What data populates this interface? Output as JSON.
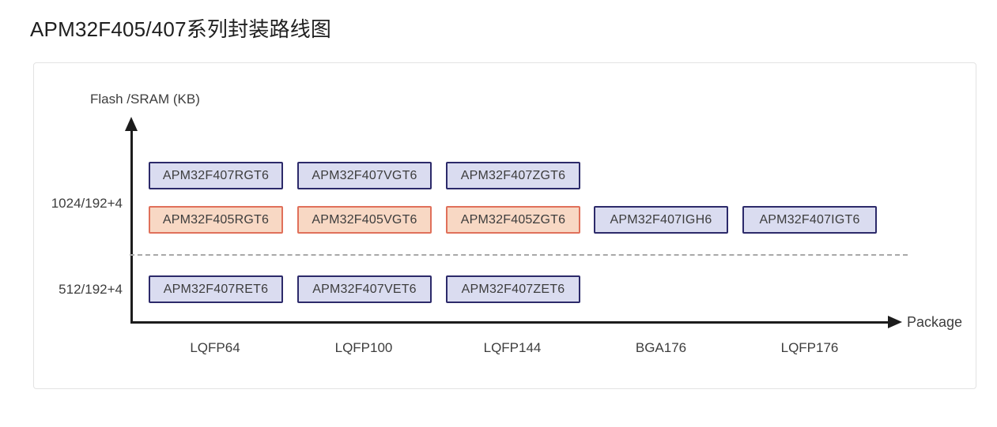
{
  "title": "APM32F405/407系列封装路线图",
  "chart": {
    "y_axis_label": "Flash /SRAM (KB)",
    "x_axis_label": "Package",
    "y_ticks": [
      "1024/192+4",
      "512/192+4"
    ],
    "x_ticks": [
      "LQFP64",
      "LQFP100",
      "LQFP144",
      "BGA176",
      "LQFP176"
    ],
    "boxes": [
      {
        "label": "APM32F407RGT6",
        "variant": "blue",
        "row": "1024/192+4 upper",
        "package": "LQFP64"
      },
      {
        "label": "APM32F407VGT6",
        "variant": "blue",
        "row": "1024/192+4 upper",
        "package": "LQFP100"
      },
      {
        "label": "APM32F407ZGT6",
        "variant": "blue",
        "row": "1024/192+4 upper",
        "package": "LQFP144"
      },
      {
        "label": "APM32F405RGT6",
        "variant": "orange",
        "row": "1024/192+4 lower",
        "package": "LQFP64"
      },
      {
        "label": "APM32F405VGT6",
        "variant": "orange",
        "row": "1024/192+4 lower",
        "package": "LQFP100"
      },
      {
        "label": "APM32F405ZGT6",
        "variant": "orange",
        "row": "1024/192+4 lower",
        "package": "LQFP144"
      },
      {
        "label": "APM32F407IGH6",
        "variant": "blue",
        "row": "1024/192+4 lower",
        "package": "BGA176"
      },
      {
        "label": "APM32F407IGT6",
        "variant": "blue",
        "row": "1024/192+4 lower",
        "package": "LQFP176"
      },
      {
        "label": "APM32F407RET6",
        "variant": "blue",
        "row": "512/192+4",
        "package": "LQFP64"
      },
      {
        "label": "APM32F407VET6",
        "variant": "blue",
        "row": "512/192+4",
        "package": "LQFP100"
      },
      {
        "label": "APM32F407ZET6",
        "variant": "blue",
        "row": "512/192+4",
        "package": "LQFP144"
      }
    ]
  },
  "colors": {
    "title": "#1f1f1f",
    "text_primary": "#3d3d3d",
    "axis": "#1c1c1c",
    "panel_border": "#e3e3e3",
    "dashed_line": "#a8a8a8",
    "blue_box_bg": "#dadcf0",
    "blue_box_border": "#2c2a6a",
    "orange_box_bg": "#f8d8c4",
    "orange_box_border": "#e0705a"
  },
  "chart_data": {
    "type": "scatter",
    "title": "APM32F405/407系列封装路线图",
    "xlabel": "Package",
    "ylabel": "Flash /SRAM (KB)",
    "x_categories": [
      "LQFP64",
      "LQFP100",
      "LQFP144",
      "BGA176",
      "LQFP176"
    ],
    "y_categories": [
      "512/192+4",
      "1024/192+4"
    ],
    "legend_position": "none",
    "grid": false,
    "notes": "Dashed horizontal line separates the 1024KB-Flash group (above) from the 512KB-Flash group (below)",
    "series": [
      {
        "name": "APM32F407 (blue boxes)",
        "fill_color": "#dadcf0",
        "border_color": "#2c2a6a",
        "points": [
          {
            "part": "APM32F407RGT6",
            "package": "LQFP64",
            "flash_sram": "1024/192+4"
          },
          {
            "part": "APM32F407VGT6",
            "package": "LQFP100",
            "flash_sram": "1024/192+4"
          },
          {
            "part": "APM32F407ZGT6",
            "package": "LQFP144",
            "flash_sram": "1024/192+4"
          },
          {
            "part": "APM32F407IGH6",
            "package": "BGA176",
            "flash_sram": "1024/192+4"
          },
          {
            "part": "APM32F407IGT6",
            "package": "LQFP176",
            "flash_sram": "1024/192+4"
          },
          {
            "part": "APM32F407RET6",
            "package": "LQFP64",
            "flash_sram": "512/192+4"
          },
          {
            "part": "APM32F407VET6",
            "package": "LQFP100",
            "flash_sram": "512/192+4"
          },
          {
            "part": "APM32F407ZET6",
            "package": "LQFP144",
            "flash_sram": "512/192+4"
          }
        ]
      },
      {
        "name": "APM32F405 (orange boxes)",
        "fill_color": "#f8d8c4",
        "border_color": "#e0705a",
        "points": [
          {
            "part": "APM32F405RGT6",
            "package": "LQFP64",
            "flash_sram": "1024/192+4"
          },
          {
            "part": "APM32F405VGT6",
            "package": "LQFP100",
            "flash_sram": "1024/192+4"
          },
          {
            "part": "APM32F405ZGT6",
            "package": "LQFP144",
            "flash_sram": "1024/192+4"
          }
        ]
      }
    ]
  }
}
